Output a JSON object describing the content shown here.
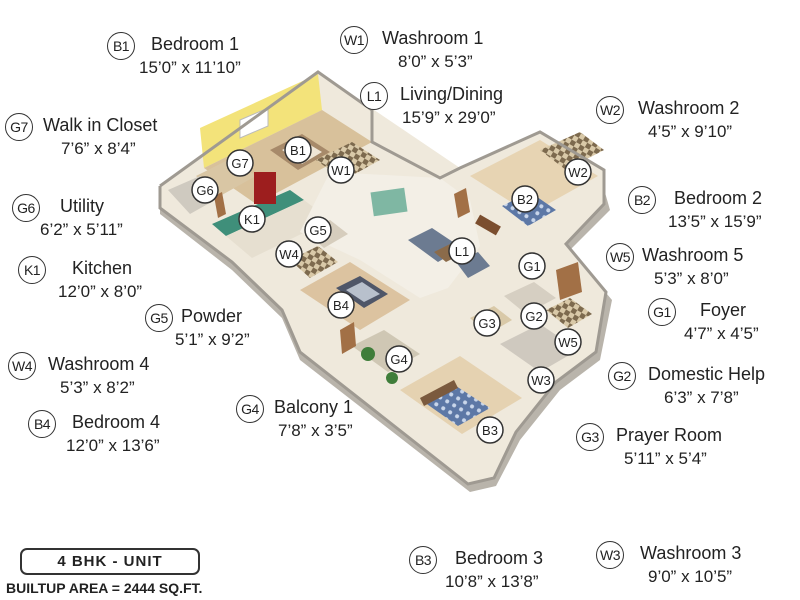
{
  "legend": {
    "B1": {
      "code": "B1",
      "name": "Bedroom 1",
      "dim": "15’0” x 11’10”"
    },
    "W1": {
      "code": "W1",
      "name": "Washroom 1",
      "dim": "8’0” x 5’3”"
    },
    "L1": {
      "code": "L1",
      "name": "Living/Dining",
      "dim": "15’9” x 29’0”"
    },
    "W2": {
      "code": "W2",
      "name": "Washroom 2",
      "dim": "4’5” x 9’10”"
    },
    "G7": {
      "code": "G7",
      "name": "Walk in Closet",
      "dim": "7’6” x 8’4”"
    },
    "G6": {
      "code": "G6",
      "name": "Utility",
      "dim": "6’2” x 5’11”"
    },
    "B2": {
      "code": "B2",
      "name": "Bedroom 2",
      "dim": "13’5” x 15’9”"
    },
    "K1": {
      "code": "K1",
      "name": "Kitchen",
      "dim": "12’0” x 8’0”"
    },
    "W5": {
      "code": "W5",
      "name": "Washroom 5",
      "dim": "5’3” x 8’0”"
    },
    "G5": {
      "code": "G5",
      "name": "Powder",
      "dim": "5’1” x 9’2”"
    },
    "G1": {
      "code": "G1",
      "name": "Foyer",
      "dim": "4’7” x 4’5”"
    },
    "W4": {
      "code": "W4",
      "name": "Washroom 4",
      "dim": "5’3” x 8’2”"
    },
    "G2": {
      "code": "G2",
      "name": "Domestic Help",
      "dim": "6’3” x 7’8”"
    },
    "B4": {
      "code": "B4",
      "name": "Bedroom 4",
      "dim": "12’0” x 13’6”"
    },
    "G4": {
      "code": "G4",
      "name": "Balcony 1",
      "dim": "7’8” x 3’5”"
    },
    "G3": {
      "code": "G3",
      "name": "Prayer Room",
      "dim": "5’11” x 5’4”"
    },
    "B3": {
      "code": "B3",
      "name": "Bedroom 3",
      "dim": "10’8” x 13’8”"
    },
    "W3": {
      "code": "W3",
      "name": "Washroom 3",
      "dim": "9’0” x 10’5”"
    }
  },
  "unit_type": "4 BHK - UNIT",
  "builtup_area": "BUILTUP AREA = 2444 SQ.FT.",
  "colors": {
    "wall": "#e9e6e0",
    "floor": "#efe9dc",
    "accent_wall": "#f3e37a",
    "wood": "#a27046",
    "bed_pattern": "#6e87b0",
    "badge_border": "#333333"
  }
}
